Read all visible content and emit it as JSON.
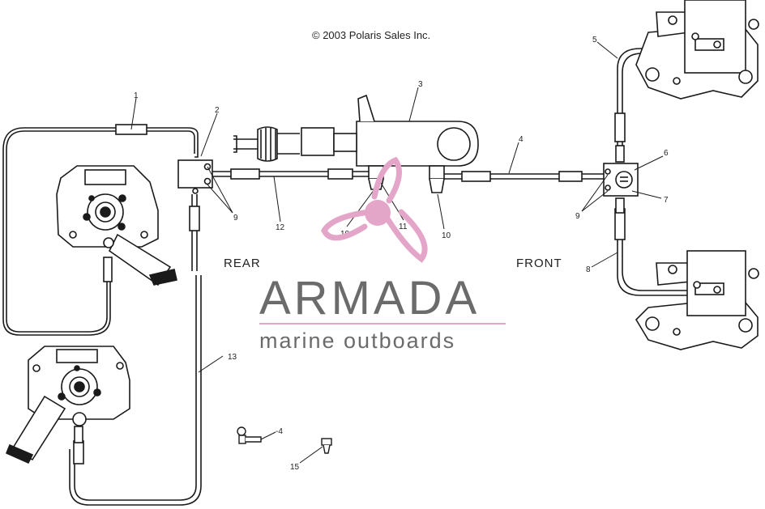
{
  "copyright": "© 2003 Polaris Sales Inc.",
  "side_labels": {
    "rear": "REAR",
    "front": "FRONT"
  },
  "watermark": {
    "title": "ARMADA",
    "subtitle": "marine outboards",
    "accent_color": "#e4a6c8",
    "text_color": "#6b6b6b"
  },
  "callouts": [
    "1",
    "2",
    "3",
    "4",
    "5",
    "6",
    "7",
    "8",
    "9",
    "9",
    "10",
    "10",
    "11",
    "12",
    "13",
    "-4",
    "15"
  ],
  "colors": {
    "line": "#1a1a1a",
    "background": "#ffffff"
  }
}
